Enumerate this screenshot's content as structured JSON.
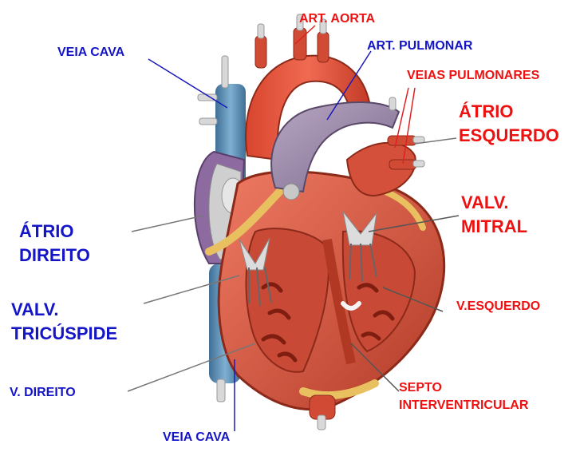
{
  "labels": {
    "veia_cava_top": "VEIA CAVA",
    "art_aorta": "ART. AORTA",
    "art_pulmonar": "ART. PULMONAR",
    "veias_pulmonares": "VEIAS PULMONARES",
    "atrio_esquerdo_1": "ÁTRIO",
    "atrio_esquerdo_2": "ESQUERDO",
    "valv_mitral_1": "VALV.",
    "valv_mitral_2": "MITRAL",
    "v_esquerdo": "V.ESQUERDO",
    "septo_1": "SEPTO",
    "septo_2": "INTERVENTRICULAR",
    "atrio_direito_1": "ÁTRIO",
    "atrio_direito_2": "DIREITO",
    "valv_tricuspide_1": "VALV.",
    "valv_tricuspide_2": "TRICÚSPIDE",
    "v_direito": "V. DIREITO",
    "veia_cava_bottom": "VEIA CAVA"
  },
  "colors": {
    "label_blue": "#1515c8",
    "label_red": "#ee1111",
    "muscle": "#d9533f",
    "muscle_dark": "#a8321f",
    "vein_blue": "#5b8fb5",
    "pulmonary_purple": "#9a86a8",
    "fat_yellow": "#e8c060"
  }
}
